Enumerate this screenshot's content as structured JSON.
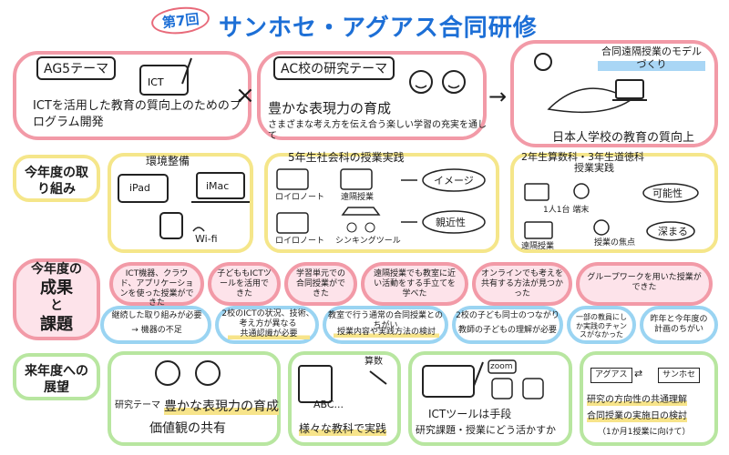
{
  "title": {
    "number": "第7回",
    "main": "サンホセ・アグアス合同研修"
  },
  "row1": {
    "ag_tag": "AG5テーマ",
    "ag_text": "ICTを活用した教育の質向上のためのプログラム開発",
    "ict_label": "ICT",
    "times": "×",
    "ac_tag": "AC校の研究テーマ",
    "ac_main": "豊かな表現力の育成",
    "ac_sub": "さまざまな考え方を伝え合う楽しい学習の充実を通して",
    "arrow": "→",
    "model_label": "合同遠隔授業のモデルづくり",
    "model_result": "日本人学校の教育の質向上"
  },
  "row2": {
    "side": "今年度の取り組み",
    "env_title": "環境整備",
    "ipad": "iPad",
    "imac": "iMac",
    "wifi": "Wi-fi",
    "social_title": "5年生社会科の授業実践",
    "robo1": "ロイロノート",
    "remote1": "遠隔授業",
    "image": "イメージ",
    "robo2": "ロイロノート",
    "sim": "シンキングツール",
    "shinkin": "親近性",
    "math_title": "2年生算数科・3年生道徳科",
    "math_sub": "授業実践",
    "one_each": "1人1台 端末",
    "possible": "可能性",
    "remote2": "遠隔授業",
    "focus": "授業の焦点",
    "deep": "深まる"
  },
  "row3": {
    "side_a": "今年度の",
    "side_b": "成果",
    "side_c": "と",
    "side_d": "課題",
    "res1": "ICT機器、クラウド、アプリケーションを使った授業ができた",
    "res2": "子どももICTツールを活用できた",
    "res3": "学習単元での合同授業ができた",
    "res4": "遠隔授業でも教室に近い活動をする手立てを学べた",
    "res5": "オンラインでも考えを共有する方法が見つかった",
    "res6": "グループワークを用いた授業ができた",
    "iss1a": "継続した取り組みが必要",
    "iss1b": "→ 機器の不足",
    "iss2a": "2校のICTの状況、技術、考え方が異なる",
    "iss2b": "共通認識が必要",
    "iss3a": "教室で行う通常の合同授業とのちがい",
    "iss3b": "授業内容や実践方法の検討",
    "iss4a": "2校の子ども同士のつながり",
    "iss4b": "教師の子どもの理解が必要",
    "iss5": "一部の教員にしか実践のチャンスがなかった",
    "iss6": "昨年と今年度の計画のちがい"
  },
  "row4": {
    "side": "来年度への展望",
    "c1a": "研究テーマ",
    "c1b": "豊かな表現力の育成",
    "c1c": "価値観の共有",
    "c2a": "算数",
    "c2b": "ABC...",
    "c2c": "様々な教科で実践",
    "c3a": "ICTツールは手段",
    "c3b": "研究課題・授業にどう活かすか",
    "zoom": "zoom",
    "c4a": "アグアス",
    "c4b": "サンホセ",
    "c4c": "研究の方向性の共通理解",
    "c4d": "合同授業の実施日の検討",
    "c4e": "（1か月1授業に向けて）"
  }
}
